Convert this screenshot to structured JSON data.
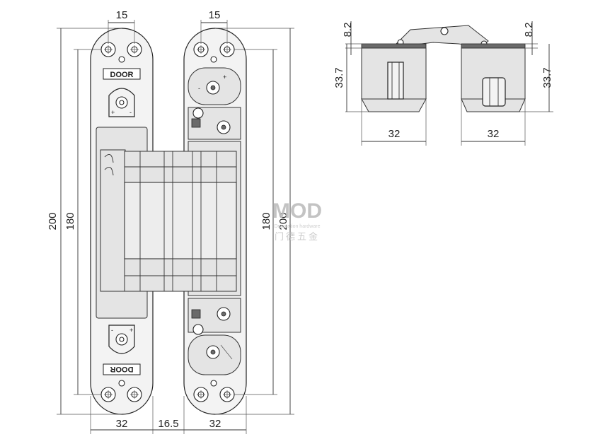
{
  "dimensions": {
    "top_left_width": "15",
    "top_right_width": "15",
    "left_total_height": "200",
    "left_mount_height": "180",
    "right_mount_height": "180",
    "right_total_height": "200",
    "bottom_left_width": "32",
    "bottom_gap": "16.5",
    "bottom_right_width": "32",
    "side_left_top": "8.2",
    "side_left_height": "33.7",
    "side_left_width": "32",
    "side_right_top": "8.2",
    "side_right_height": "33.7",
    "side_right_width": "32"
  },
  "stamps": {
    "top": "DOOR",
    "bottom": "DOOR"
  },
  "watermark": {
    "brand": "MOD",
    "tagline": "Decoration hardware",
    "chinese": "门德五金"
  }
}
